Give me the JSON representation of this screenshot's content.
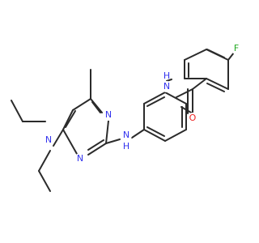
{
  "colors": {
    "background": "#ffffff",
    "bond": "#2b2b2b",
    "nitrogen": "#3333ee",
    "oxygen": "#ee2222",
    "fluorine": "#22aa22"
  },
  "atoms": [
    {
      "id": "n_ring_a",
      "label": "N",
      "element": "nitrogen"
    },
    {
      "id": "n_ring_b",
      "label": "N",
      "element": "nitrogen"
    },
    {
      "id": "n_diethyl",
      "label": "N",
      "element": "nitrogen"
    },
    {
      "id": "nh_linker",
      "label": "N",
      "element": "nitrogen"
    },
    {
      "id": "h_linker",
      "label": "H",
      "element": "nitrogen"
    },
    {
      "id": "nh_amide",
      "label": "N",
      "element": "nitrogen"
    },
    {
      "id": "h_amide",
      "label": "H",
      "element": "nitrogen"
    },
    {
      "id": "o_carbonyl",
      "label": "O",
      "element": "oxygen"
    },
    {
      "id": "f_sub",
      "label": "F",
      "element": "fluorine"
    }
  ]
}
